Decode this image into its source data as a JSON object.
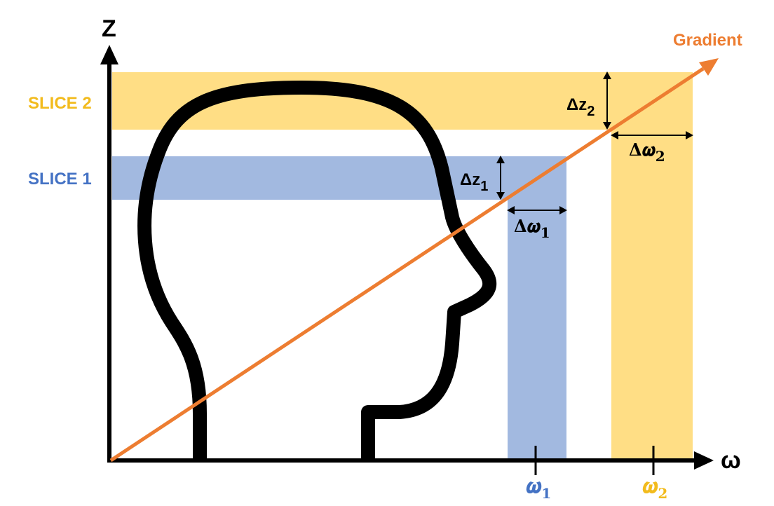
{
  "axes": {
    "z_label": "Z",
    "omega_label": "ω"
  },
  "gradient": {
    "label": "Gradient",
    "color": "#ED7D31"
  },
  "slice1": {
    "label": "SLICE 1",
    "color": "#A2B9E0",
    "label_color": "#4472C4",
    "delta_z_main": "Δz",
    "delta_z_sub": "1",
    "delta_omega_main": "Δ𝝎",
    "delta_omega_sub": "1",
    "omega_main": "𝝎",
    "omega_sub": "1"
  },
  "slice2": {
    "label": "SLICE 2",
    "color": "#FFDE85",
    "label_color": "#F2BB1D",
    "delta_z_main": "Δz",
    "delta_z_sub": "2",
    "delta_omega_main": "Δ𝝎",
    "delta_omega_sub": "2",
    "omega_main": "𝝎",
    "omega_sub": "2"
  },
  "colors": {
    "axis": "#000000",
    "head_outline": "#000000"
  },
  "icons": {
    "head": "head-profile-icon"
  }
}
